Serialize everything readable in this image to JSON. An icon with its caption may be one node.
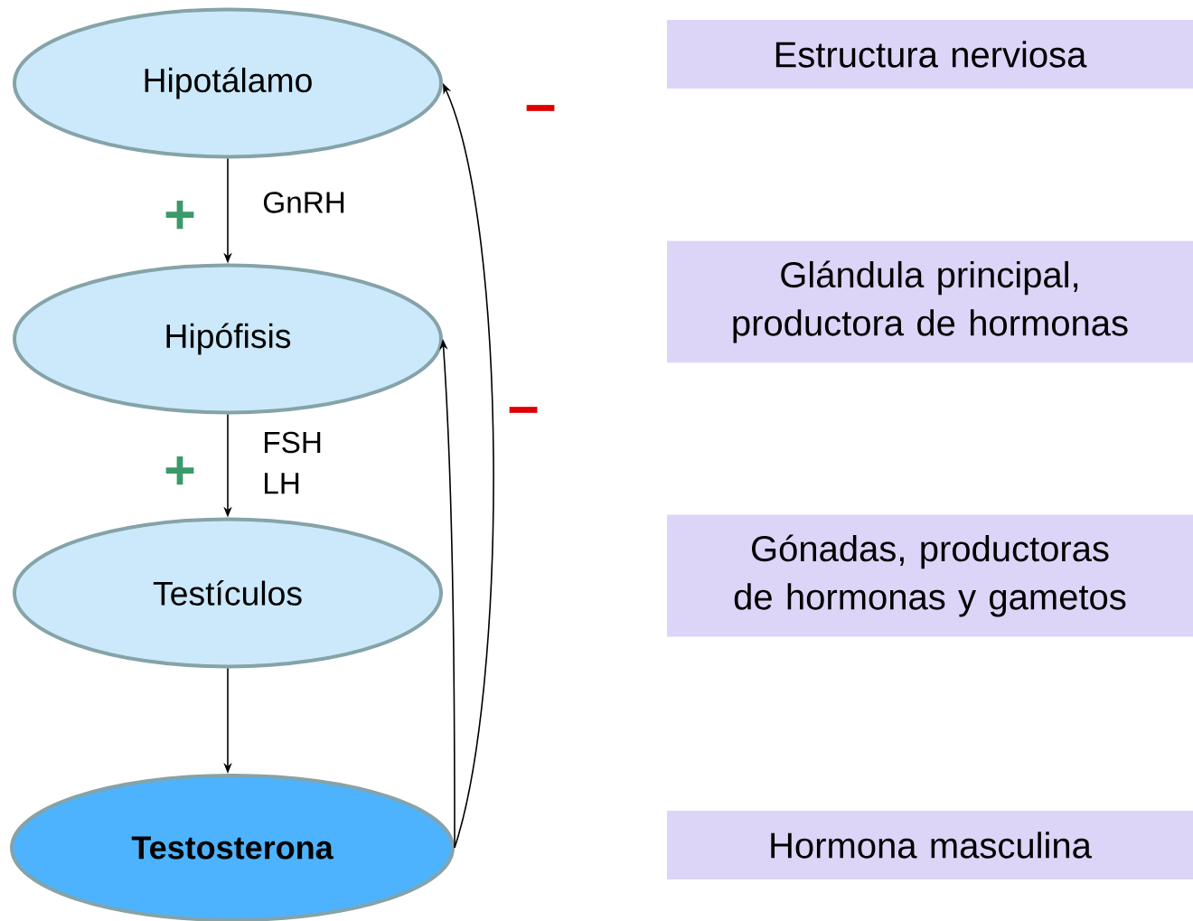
{
  "diagram": {
    "nodes": [
      {
        "text": [
          "Hipotálamo"
        ]
      },
      {
        "text": [
          "Hipófisis"
        ]
      },
      {
        "text": [
          "Testículos"
        ]
      },
      {
        "text": [
          "Testosterona"
        ]
      },
      {
        "text": [
          "Estructura nerviosa"
        ]
      },
      {
        "text": [
          "Glándula principal, productora de hormonas"
        ]
      },
      {
        "text": [
          "Gónadas, productoras de hormonas y gametos"
        ]
      },
      {
        "text": [
          "Hormona masculina"
        ]
      }
    ],
    "edges": [
      {
        "from": 0,
        "to": 1,
        "arrow": "to",
        "label": "GnRH"
      },
      {
        "from": 1,
        "to": 2,
        "arrow": "to",
        "label": "FSH LH"
      },
      {
        "from": 2,
        "to": 3,
        "arrow": "to"
      },
      {
        "from": 3,
        "to": 0,
        "arrow": "to"
      },
      {
        "from": 3,
        "to": 1,
        "arrow": "to"
      }
    ],
    "labels": [
      "−",
      "+",
      "−",
      "+"
    ]
  }
}
